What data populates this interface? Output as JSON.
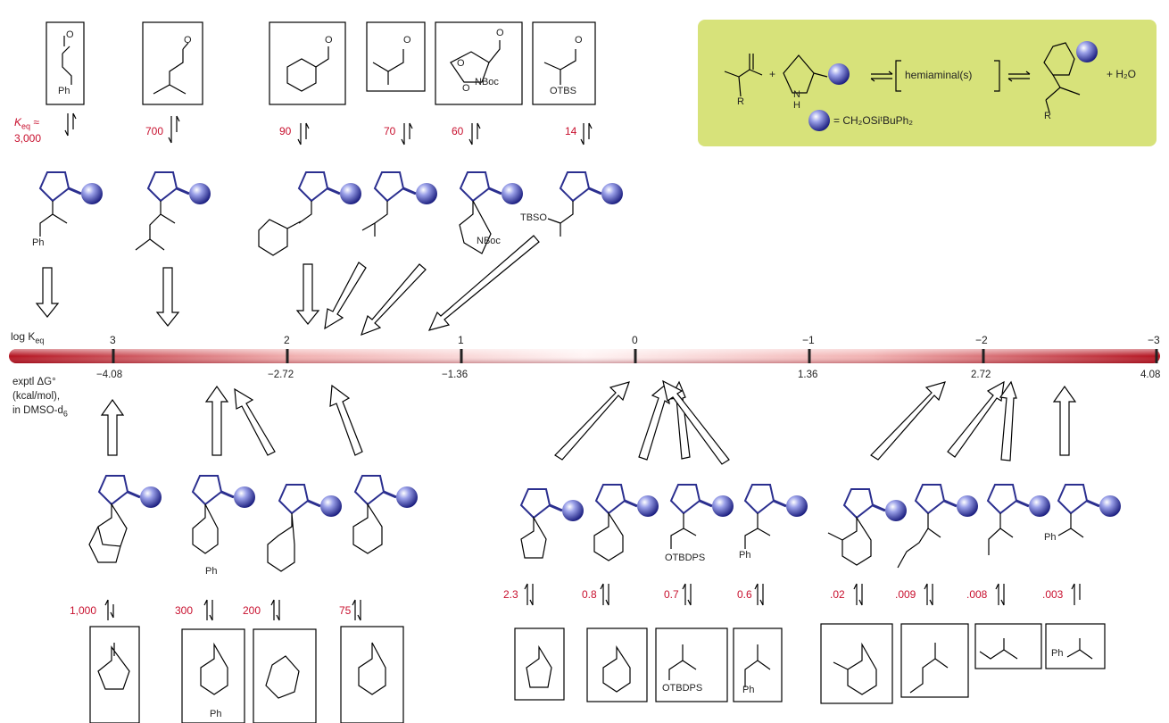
{
  "axis": {
    "label": "log K",
    "label_sub": "eq",
    "ticks": [
      "3",
      "2",
      "1",
      "0",
      "−1",
      "−2",
      "−3"
    ],
    "dg_label_line1": "exptl ΔG°",
    "dg_label_line2": "(kcal/mol),",
    "dg_label_line3": "in DMSO-d",
    "dg_label_sub": "6",
    "dg_values": [
      "−4.08",
      "−2.72",
      "−1.36",
      "1.36",
      "2.72",
      "4.08"
    ]
  },
  "legend_box": {
    "color": "#d7e27a",
    "hemiaminal": "hemiaminal(s)",
    "water": "+ H₂O",
    "plus": "+",
    "r_label": "R",
    "nh_label": "N",
    "h_label": "H",
    "sphere_def": "= CH₂OSiᵗBuPh₂"
  },
  "top_row": {
    "keq_prefix": "K",
    "keq_sub": "eq",
    "keq_approx": "≈",
    "values": [
      "3,000",
      "700",
      "90",
      "70",
      "60",
      "14"
    ],
    "substituent_labels": {
      "ph": "Ph",
      "nboc": "NBoc",
      "otbs": "OTBS",
      "tbso": "TBSO"
    }
  },
  "bottom_row": {
    "values": [
      "1,000",
      "300",
      "200",
      "75",
      "2.3",
      "0.8",
      "0.7",
      "0.6",
      ".02",
      ".009",
      ".008",
      ".003"
    ],
    "substituent_labels": {
      "ph": "Ph",
      "otbdps": "OTBDPS"
    }
  },
  "colors": {
    "red_value": "#c8102e",
    "pyrrolidine_blue": "#2b2f8f",
    "bar_dark": "#b3121f",
    "bar_light": "#fbe8e8"
  }
}
